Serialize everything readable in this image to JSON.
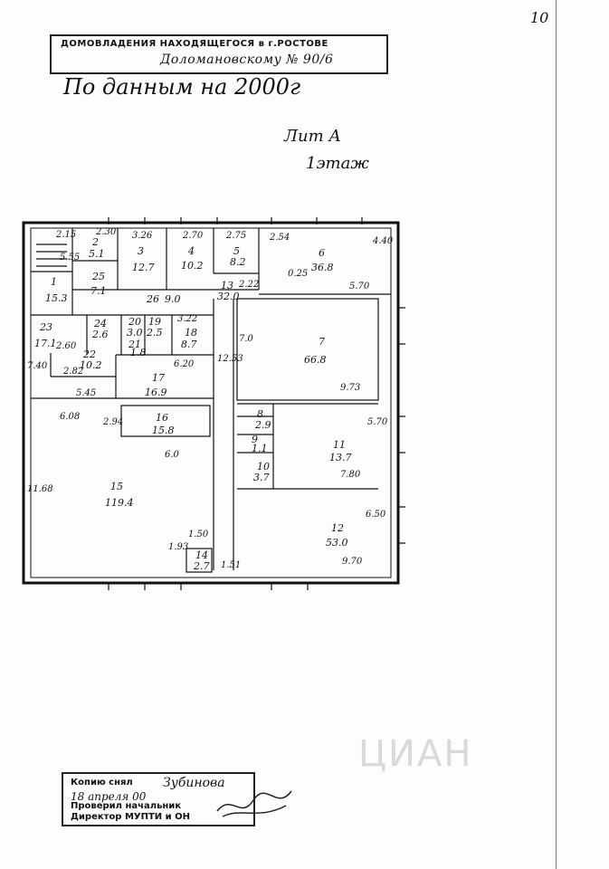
{
  "page_number": "10",
  "stamp_top": {
    "line1": "ДОМОВЛАДЕНИЯ НАХОДЯЩЕГОСЯ в г.РОСТОВЕ",
    "line2": "Доломановскому № 90/6"
  },
  "handwritten": {
    "note": "По данным на 2000г",
    "letter": "Лит А",
    "floor": "1этаж"
  },
  "rooms": [
    {
      "id": "r1",
      "number": "1",
      "area": "15.3"
    },
    {
      "id": "r2",
      "number": "2",
      "area": "5.1"
    },
    {
      "id": "r3",
      "number": "3",
      "area": "12.7"
    },
    {
      "id": "r4",
      "number": "4",
      "area": "10.2"
    },
    {
      "id": "r5",
      "number": "5",
      "area": "8.2"
    },
    {
      "id": "r6",
      "number": "6",
      "area": "36.8"
    },
    {
      "id": "r7",
      "number": "7",
      "area": "66.8"
    },
    {
      "id": "r8",
      "number": "8",
      "area": "2.9"
    },
    {
      "id": "r9",
      "number": "9",
      "area": "1.1"
    },
    {
      "id": "r10",
      "number": "10",
      "area": "3.7"
    },
    {
      "id": "r11",
      "number": "11",
      "area": "13.7"
    },
    {
      "id": "r12",
      "number": "12",
      "area": "53.0"
    },
    {
      "id": "r13",
      "number": "13",
      "area": "32.0"
    },
    {
      "id": "r14",
      "number": "14",
      "area": "2.7"
    },
    {
      "id": "r15",
      "number": "15",
      "area": "119.4"
    },
    {
      "id": "r16",
      "number": "16",
      "area": "15.8"
    },
    {
      "id": "r17",
      "number": "17",
      "area": "16.9"
    },
    {
      "id": "r18",
      "number": "18",
      "area": "8.7"
    },
    {
      "id": "r19",
      "number": "19",
      "area": "2.5"
    },
    {
      "id": "r20",
      "number": "20",
      "area": "3.0"
    },
    {
      "id": "r21",
      "number": "21",
      "area": "1.8"
    },
    {
      "id": "r22",
      "number": "22",
      "area": "10.2"
    },
    {
      "id": "r23",
      "number": "23",
      "area": "17.1"
    },
    {
      "id": "r24",
      "number": "24",
      "area": "2.6"
    },
    {
      "id": "r25",
      "number": "25",
      "area": "7.1"
    },
    {
      "id": "r26",
      "number": "26",
      "area": "9.0"
    }
  ],
  "dimensions": [
    "2.15",
    "5.55",
    "2.30",
    "3.26",
    "2.70",
    "2.75",
    "2.54",
    "4.40",
    "5.70",
    "2.22",
    "0.25",
    "3.22",
    "7.0",
    "12.53",
    "9.73",
    "5.70",
    "7.80",
    "6.50",
    "9.70",
    "1.50",
    "1.93",
    "1.51",
    "6.0",
    "11.68",
    "6.08",
    "2.94",
    "6.20",
    "5.45",
    "7.40",
    "2.82",
    "2.60"
  ],
  "stamp_bottom": {
    "line1": "Копию снял",
    "line1_hand": "Зубинова",
    "line2": "18 апреля 00",
    "line3": "Проверил начальник",
    "line4": "Директор МУПТИ и ОН"
  },
  "watermark": "ЦИАН"
}
